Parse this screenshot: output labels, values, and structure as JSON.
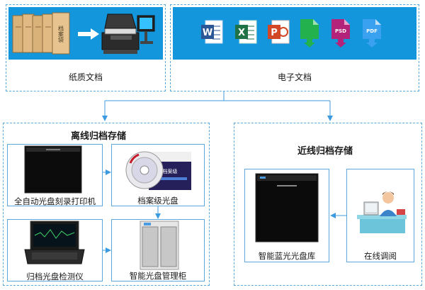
{
  "top": {
    "paper_label": "纸质文档",
    "electronic_label": "电子文档",
    "folder_spine_text": "档案袋"
  },
  "offline": {
    "title": "离线归档存储",
    "printer_label": "全自动光盘刻录打印机",
    "disc_label": "档案级光盘",
    "detector_label": "归档光盘检测仪",
    "cabinet_label": "智能光盘管理柜",
    "disc_pack_text": "档案级"
  },
  "nearline": {
    "title": "近线归档存储",
    "library_label": "智能蓝光光盘库",
    "lookup_label": "在线调阅"
  },
  "file_icons": [
    {
      "name": "word-icon",
      "letter": "W",
      "color": "#2b5797"
    },
    {
      "name": "excel-icon",
      "letter": "X",
      "color": "#1f7246"
    },
    {
      "name": "powerpoint-icon",
      "letter": "P",
      "color": "#d24726"
    },
    {
      "name": "generic-file-icon",
      "letter": "",
      "color": "#22b14c"
    },
    {
      "name": "psd-icon",
      "letter": "PSD",
      "color": "#b4237a"
    },
    {
      "name": "pdf-icon",
      "letter": "PDF",
      "color": "#1e90ff"
    }
  ],
  "colors": {
    "banner": "#1496dc",
    "border": "#5aa8dc",
    "arrow": "#3c9be0"
  }
}
